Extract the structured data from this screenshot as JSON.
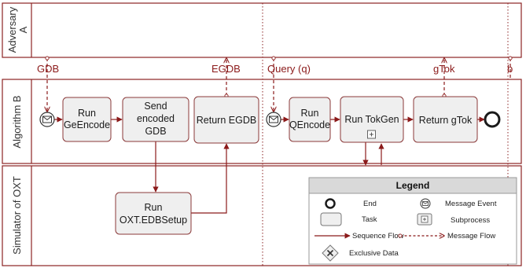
{
  "colors": {
    "lane_border": "#8b2323",
    "flow": "#8b1a1a",
    "task_fill": "#efefef",
    "task_stroke": "#8b3a3a",
    "legend_header": "#d9d9d9"
  },
  "lanes": {
    "adversary_line1": "Adversary",
    "adversary_line2": "A",
    "algorithm": "Algorithm B",
    "simulator": "Simulator of OXT"
  },
  "tasks": {
    "run_geencode_1": "Run",
    "run_geencode_2": "GeEncode",
    "send_gdb_1": "Send",
    "send_gdb_2": "encoded",
    "send_gdb_3": "GDB",
    "return_egdb": "Return EGDB",
    "run_qencode_1": "Run",
    "run_qencode_2": "QEncode",
    "run_tokgen": "Run TokGen",
    "return_gtok": "Return gTok",
    "run_edbsetup_1": "Run",
    "run_edbsetup_2": "OXT.EDBSetup"
  },
  "messages": {
    "gdb": "GDB",
    "egdb": "EGDB",
    "query": "Query (q)",
    "gtok": "gTok",
    "b": "b"
  },
  "legend": {
    "title": "Legend",
    "end": "End",
    "message_event": "Message Event",
    "task": "Task",
    "subprocess": "Subprocess",
    "sequence_flow": "Sequence Flow",
    "message_flow": "Message Flow",
    "exclusive_data": "Exclusive Data"
  },
  "icons": [
    "envelope-icon",
    "subprocess-plus-icon",
    "end-event-icon",
    "exclusive-gateway-icon"
  ]
}
